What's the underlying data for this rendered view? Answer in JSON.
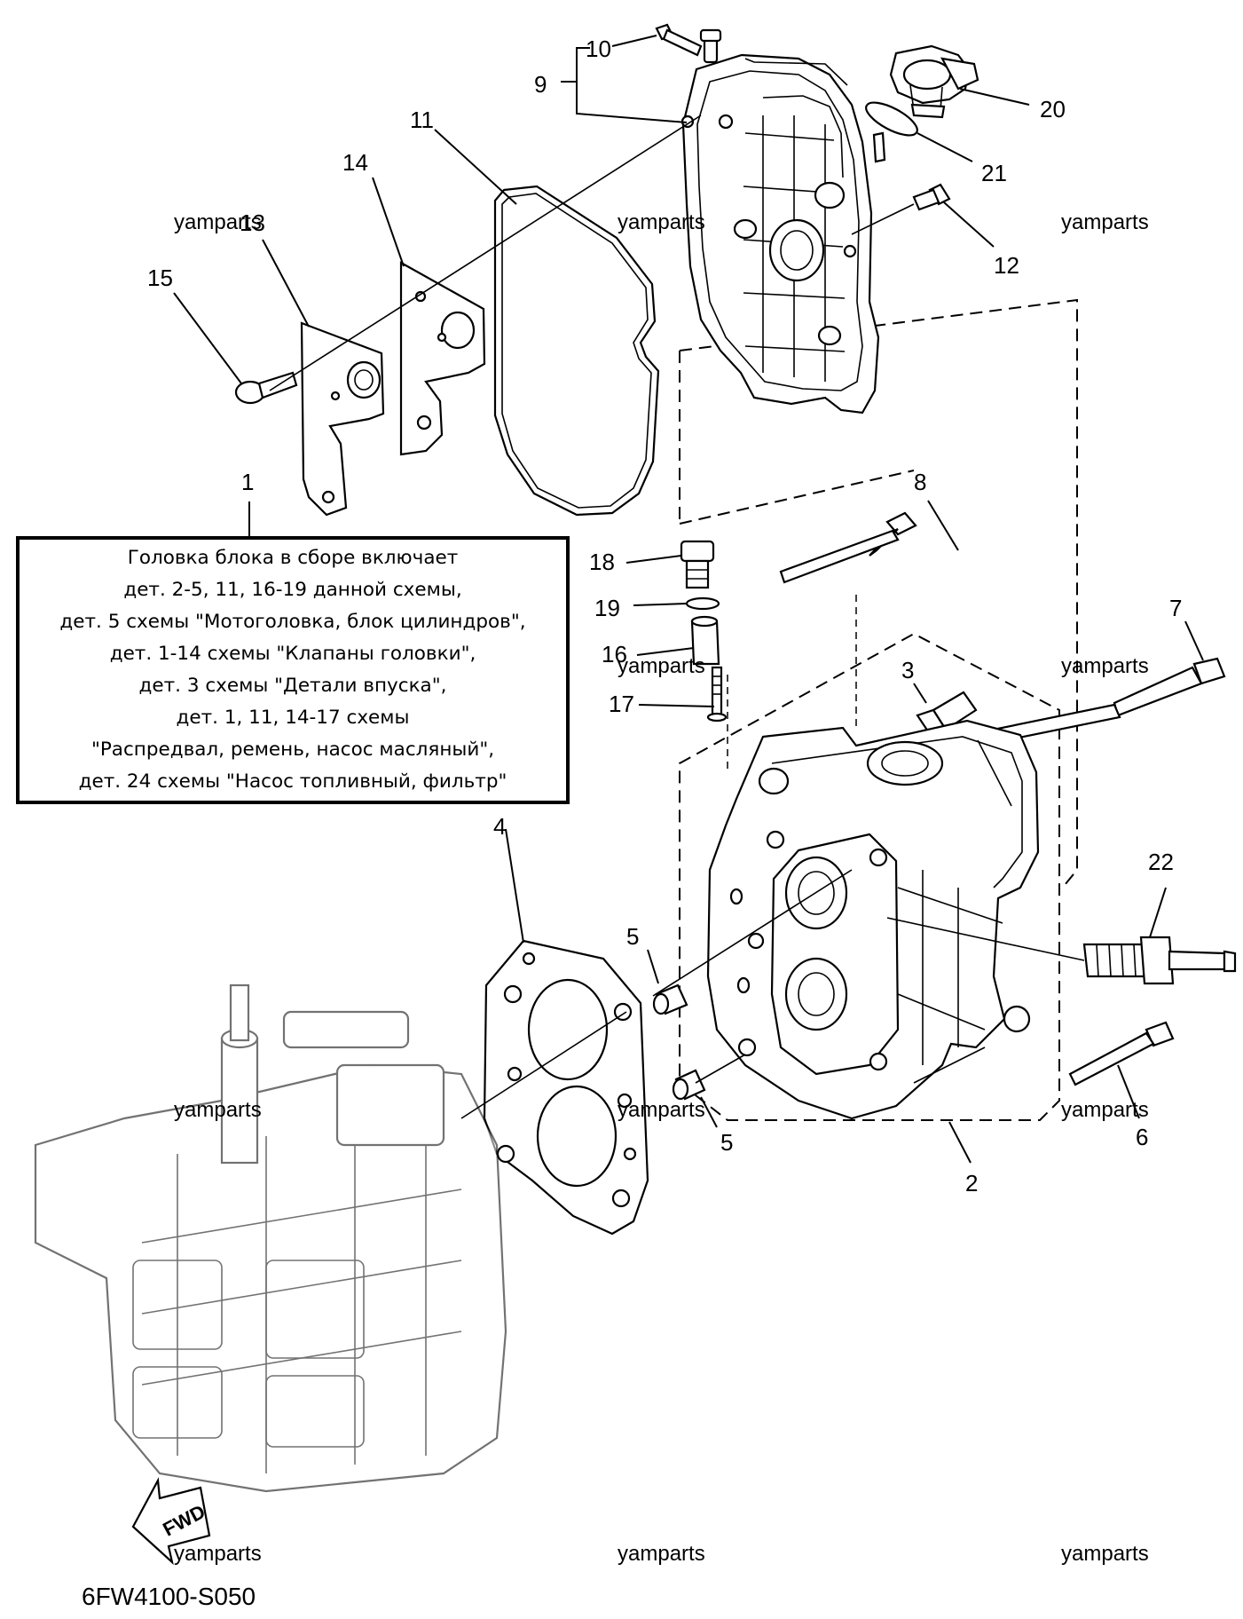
{
  "callouts": [
    "1",
    "2",
    "3",
    "4",
    "5",
    "5",
    "6",
    "7",
    "8",
    "9",
    "10",
    "11",
    "12",
    "13",
    "14",
    "15",
    "16",
    "17",
    "18",
    "19",
    "20",
    "21",
    "22"
  ],
  "watermark": "yamparts",
  "note_lines": [
    "Головка блока в сборе включает",
    "дет. 2-5, 11, 16-19 данной схемы,",
    "дет. 5 схемы \"Мотоголовка, блок цилиндров\",",
    "дет. 1-14 схемы \"Клапаны головки\",",
    "дет. 3 схемы \"Детали впуска\",",
    "дет. 1, 11, 14-17 схемы",
    "\"Распредвал, ремень, насос масляный\",",
    "дет. 24 схемы \"Насос топливный, фильтр\""
  ],
  "fwd_label": "FWD",
  "diagram_code": "6FW4100-S050"
}
